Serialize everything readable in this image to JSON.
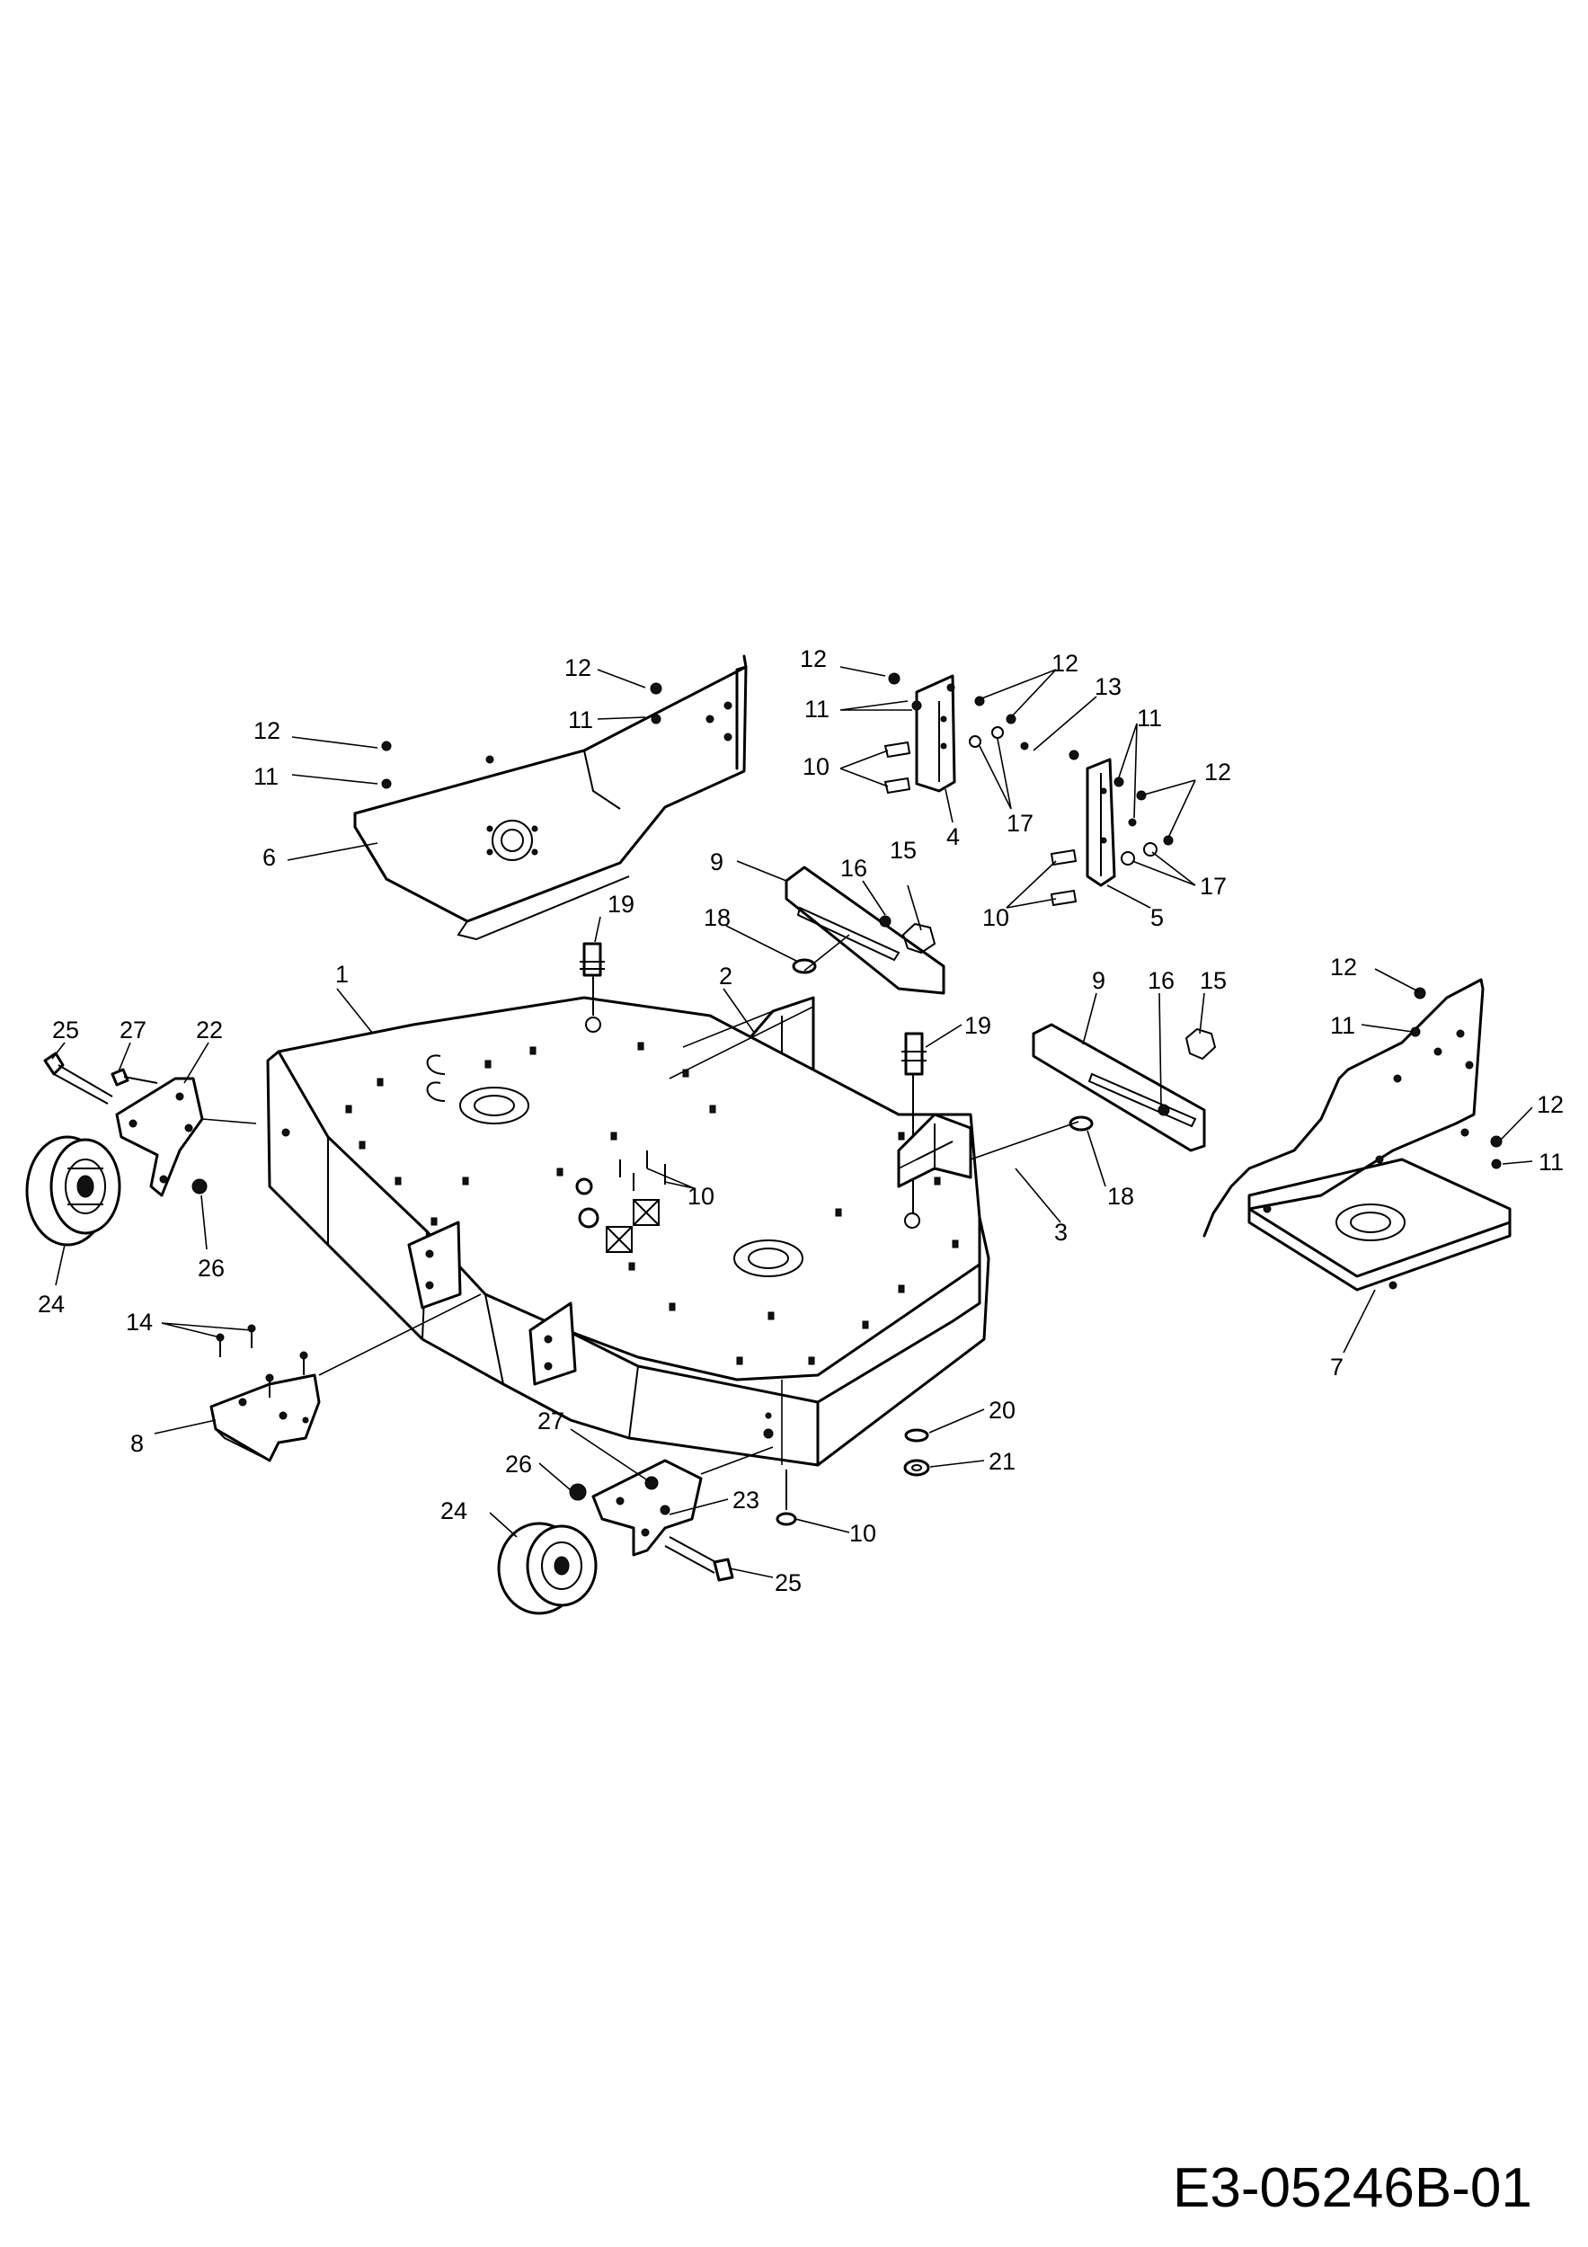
{
  "drawing_code": "E3-05246B-01",
  "callouts": [
    {
      "id": "c-12a",
      "text": "12"
    },
    {
      "id": "c-11a",
      "text": "11"
    },
    {
      "id": "c-12b",
      "text": "12"
    },
    {
      "id": "c-11b",
      "text": "11"
    },
    {
      "id": "c-6",
      "text": "6"
    },
    {
      "id": "c-12c",
      "text": "12"
    },
    {
      "id": "c-11c",
      "text": "11"
    },
    {
      "id": "c-10a",
      "text": "10"
    },
    {
      "id": "c-4",
      "text": "4"
    },
    {
      "id": "c-12d",
      "text": "12"
    },
    {
      "id": "c-17a",
      "text": "17"
    },
    {
      "id": "c-13",
      "text": "13"
    },
    {
      "id": "c-11d",
      "text": "11"
    },
    {
      "id": "c-12e",
      "text": "12"
    },
    {
      "id": "c-17b",
      "text": "17"
    },
    {
      "id": "c-10b",
      "text": "10"
    },
    {
      "id": "c-5",
      "text": "5"
    },
    {
      "id": "c-9a",
      "text": "9"
    },
    {
      "id": "c-16a",
      "text": "16"
    },
    {
      "id": "c-15a",
      "text": "15"
    },
    {
      "id": "c-19a",
      "text": "19"
    },
    {
      "id": "c-18a",
      "text": "18"
    },
    {
      "id": "c-2",
      "text": "2"
    },
    {
      "id": "c-1",
      "text": "1"
    },
    {
      "id": "c-25a",
      "text": "25"
    },
    {
      "id": "c-27a",
      "text": "27"
    },
    {
      "id": "c-22",
      "text": "22"
    },
    {
      "id": "c-26a",
      "text": "26"
    },
    {
      "id": "c-24a",
      "text": "24"
    },
    {
      "id": "c-19b",
      "text": "19"
    },
    {
      "id": "c-9b",
      "text": "9"
    },
    {
      "id": "c-16b",
      "text": "16"
    },
    {
      "id": "c-15b",
      "text": "15"
    },
    {
      "id": "c-10c",
      "text": "10"
    },
    {
      "id": "c-3",
      "text": "3"
    },
    {
      "id": "c-18b",
      "text": "18"
    },
    {
      "id": "c-12f",
      "text": "12"
    },
    {
      "id": "c-11e",
      "text": "11"
    },
    {
      "id": "c-12g",
      "text": "12"
    },
    {
      "id": "c-11f",
      "text": "11"
    },
    {
      "id": "c-7",
      "text": "7"
    },
    {
      "id": "c-14",
      "text": "14"
    },
    {
      "id": "c-8",
      "text": "8"
    },
    {
      "id": "c-20",
      "text": "20"
    },
    {
      "id": "c-21",
      "text": "21"
    },
    {
      "id": "c-27b",
      "text": "27"
    },
    {
      "id": "c-26b",
      "text": "26"
    },
    {
      "id": "c-23",
      "text": "23"
    },
    {
      "id": "c-24b",
      "text": "24"
    },
    {
      "id": "c-10d",
      "text": "10"
    },
    {
      "id": "c-25b",
      "text": "25"
    }
  ]
}
